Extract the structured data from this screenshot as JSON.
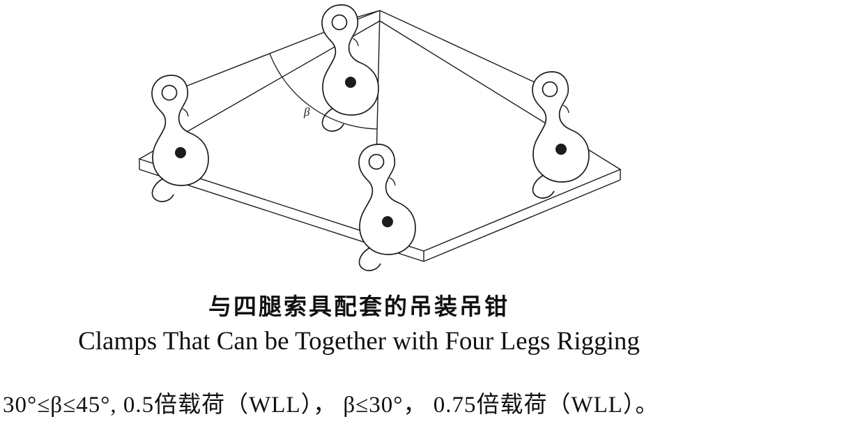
{
  "figure": {
    "beta_label": "β"
  },
  "captions": {
    "title_zh": "与四腿索具配套的吊装吊钳",
    "title_en": "Clamps That Can be Together with Four Legs Rigging",
    "spec_line": "30°≤β≤45°, 0.5倍载荷（WLL）， β≤30°， 0.75倍载荷（WLL）。"
  },
  "colors": {
    "line": "#1c1c1c",
    "background": "#ffffff"
  }
}
